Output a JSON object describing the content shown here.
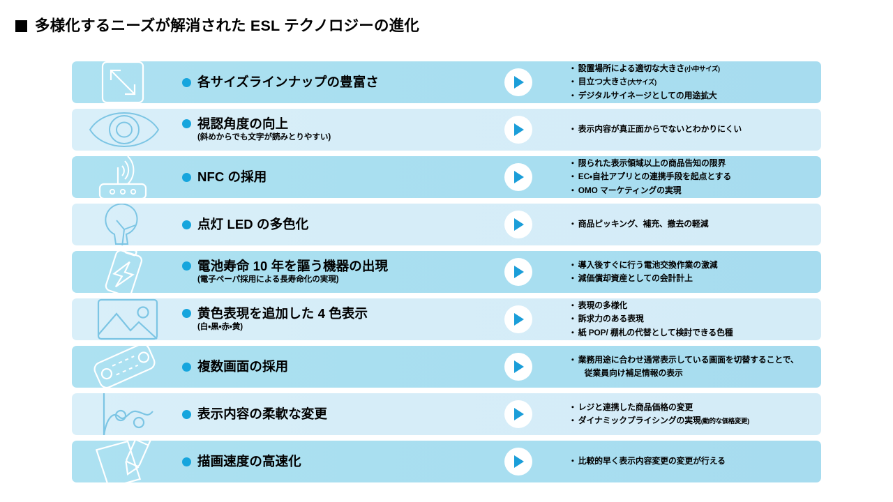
{
  "title": {
    "marker": "black-square-marker",
    "text": "多様化するニーズが解消された ESL テクノロジーの進化"
  },
  "colors": {
    "row_dark": "#ade1f1",
    "row_light": "#d9eff9",
    "bullet": "#16a5dd",
    "arrow": "#1b9ed9",
    "icon_stroke": "#8fcfe8",
    "text": "#000000"
  },
  "rows": [
    {
      "icon": "resize-diagonal-icon",
      "shade": "dark",
      "label": "各サイズラインナップの豊富さ",
      "sub": "",
      "arrow_label": "play-arrow-icon",
      "benefits": [
        {
          "text": "設置場所による適切な大きさ",
          "note": "(小中サイズ)"
        },
        {
          "text": "目立つ大きさ",
          "note": "(大サイズ)"
        },
        {
          "text": "デジタルサイネージとしての用途拡大",
          "note": ""
        }
      ]
    },
    {
      "icon": "eye-viewing-angle-icon",
      "shade": "light",
      "label": "視認角度の向上",
      "sub": "(斜めからでも文字が読みとりやすい)",
      "arrow_label": "play-arrow-icon",
      "benefits": [
        {
          "text": "表示内容が真正面からでないとわかりにくい",
          "note": ""
        }
      ]
    },
    {
      "icon": "nfc-router-signal-icon",
      "shade": "dark",
      "label": "NFC の採用",
      "sub": "",
      "arrow_label": "play-arrow-icon",
      "benefits": [
        {
          "text": "限られた表示領域以上の商品告知の限界",
          "note": ""
        },
        {
          "text": "EC・自社アプリとの連携手段を起点とする",
          "note": ""
        },
        {
          "text": "OMO マーケティングの実現",
          "note": ""
        }
      ]
    },
    {
      "icon": "lightbulb-icon",
      "shade": "light",
      "label": "点灯 LED の多色化",
      "sub": "",
      "arrow_label": "play-arrow-icon",
      "benefits": [
        {
          "text": "商品ピッキング、補充、撤去の軽減",
          "note": ""
        }
      ]
    },
    {
      "icon": "battery-bolt-icon",
      "shade": "dark",
      "label": "電池寿命 10 年を謳う機器の出現",
      "sub": "(電子ペーパ採用による長寿命化の実現)",
      "arrow_label": "play-arrow-icon",
      "benefits": [
        {
          "text": "導入後すぐに行う電池交換作業の激減",
          "note": ""
        },
        {
          "text": "減価償却資産としての会計計上",
          "note": ""
        }
      ]
    },
    {
      "icon": "image-picture-icon",
      "shade": "light",
      "label": "黄色表現を追加した 4 色表示",
      "sub": "(白・黒・赤・黄)",
      "arrow_label": "play-arrow-icon",
      "benefits": [
        {
          "text": "表現の多様化",
          "note": ""
        },
        {
          "text": "訴求力のある表現",
          "note": ""
        },
        {
          "text": "紙 POP/ 棚札の代替として検討できる色種",
          "note": ""
        }
      ]
    },
    {
      "icon": "multiple-screens-icon",
      "shade": "dark",
      "label": "複数画面の採用",
      "sub": "",
      "arrow_label": "play-arrow-icon",
      "benefits": [
        {
          "text": "業務用途に合わせ通常表示している画面を切替することで、",
          "note": "",
          "cont": "従業員向け補足情報の表示"
        }
      ]
    },
    {
      "icon": "price-curve-chart-icon",
      "shade": "light",
      "label": "表示内容の柔軟な変更",
      "sub": "",
      "arrow_label": "play-arrow-icon",
      "benefits": [
        {
          "text": "レジと連携した商品価格の変更",
          "note": ""
        },
        {
          "text": "ダイナミックプライシングの実現",
          "note": "(動的な価格変更)"
        }
      ]
    },
    {
      "icon": "pencil-writing-icon",
      "shade": "dark",
      "label": "描画速度の高速化",
      "sub": "",
      "arrow_label": "play-arrow-icon",
      "benefits": [
        {
          "text": "比較的早く表示内容変更の変更が行える",
          "note": ""
        }
      ]
    }
  ]
}
